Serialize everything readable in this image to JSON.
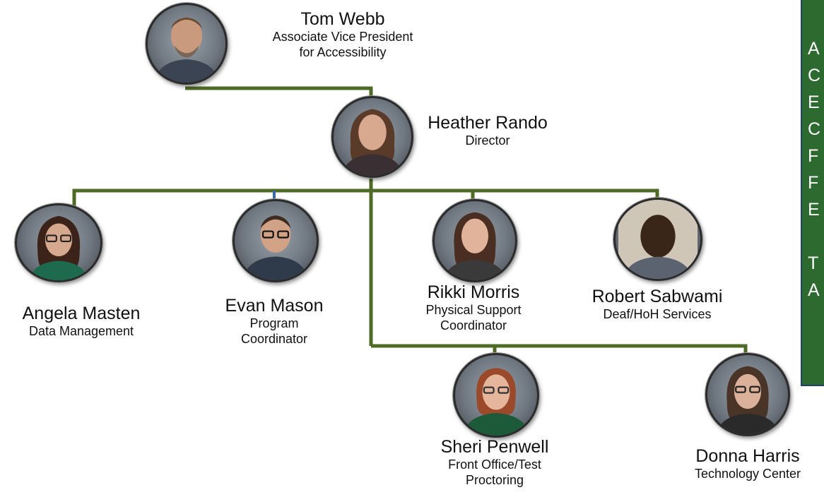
{
  "colors": {
    "connector": "#4e6b25",
    "panel_fill": "#2d6a2f",
    "panel_border": "#1f3f6e",
    "text": "#111111"
  },
  "people": {
    "tom": {
      "name": "Tom Webb",
      "role_line1": "Associate Vice President",
      "role_line2": "for Accessibility"
    },
    "heather": {
      "name": "Heather Rando",
      "role_line1": "Director"
    },
    "angela": {
      "name": "Angela Masten",
      "role_line1": "Data Management"
    },
    "evan": {
      "name": "Evan Mason",
      "role_line1": "Program",
      "role_line2": "Coordinator"
    },
    "rikki": {
      "name": "Rikki Morris",
      "role_line1": "Physical Support",
      "role_line2": "Coordinator"
    },
    "robert": {
      "name": "Robert Sabwami",
      "role_line1": "Deaf/HoH Services"
    },
    "sheri": {
      "name": "Sheri Penwell",
      "role_line1": "Front Office/Test",
      "role_line2": "Proctoring"
    },
    "donna": {
      "name": "Donna Harris",
      "role_line1": "Technology Center"
    }
  },
  "side_panel": {
    "letters": [
      "A",
      "C",
      "E",
      "C",
      "F",
      "F",
      "E",
      "",
      "T",
      "A"
    ]
  }
}
